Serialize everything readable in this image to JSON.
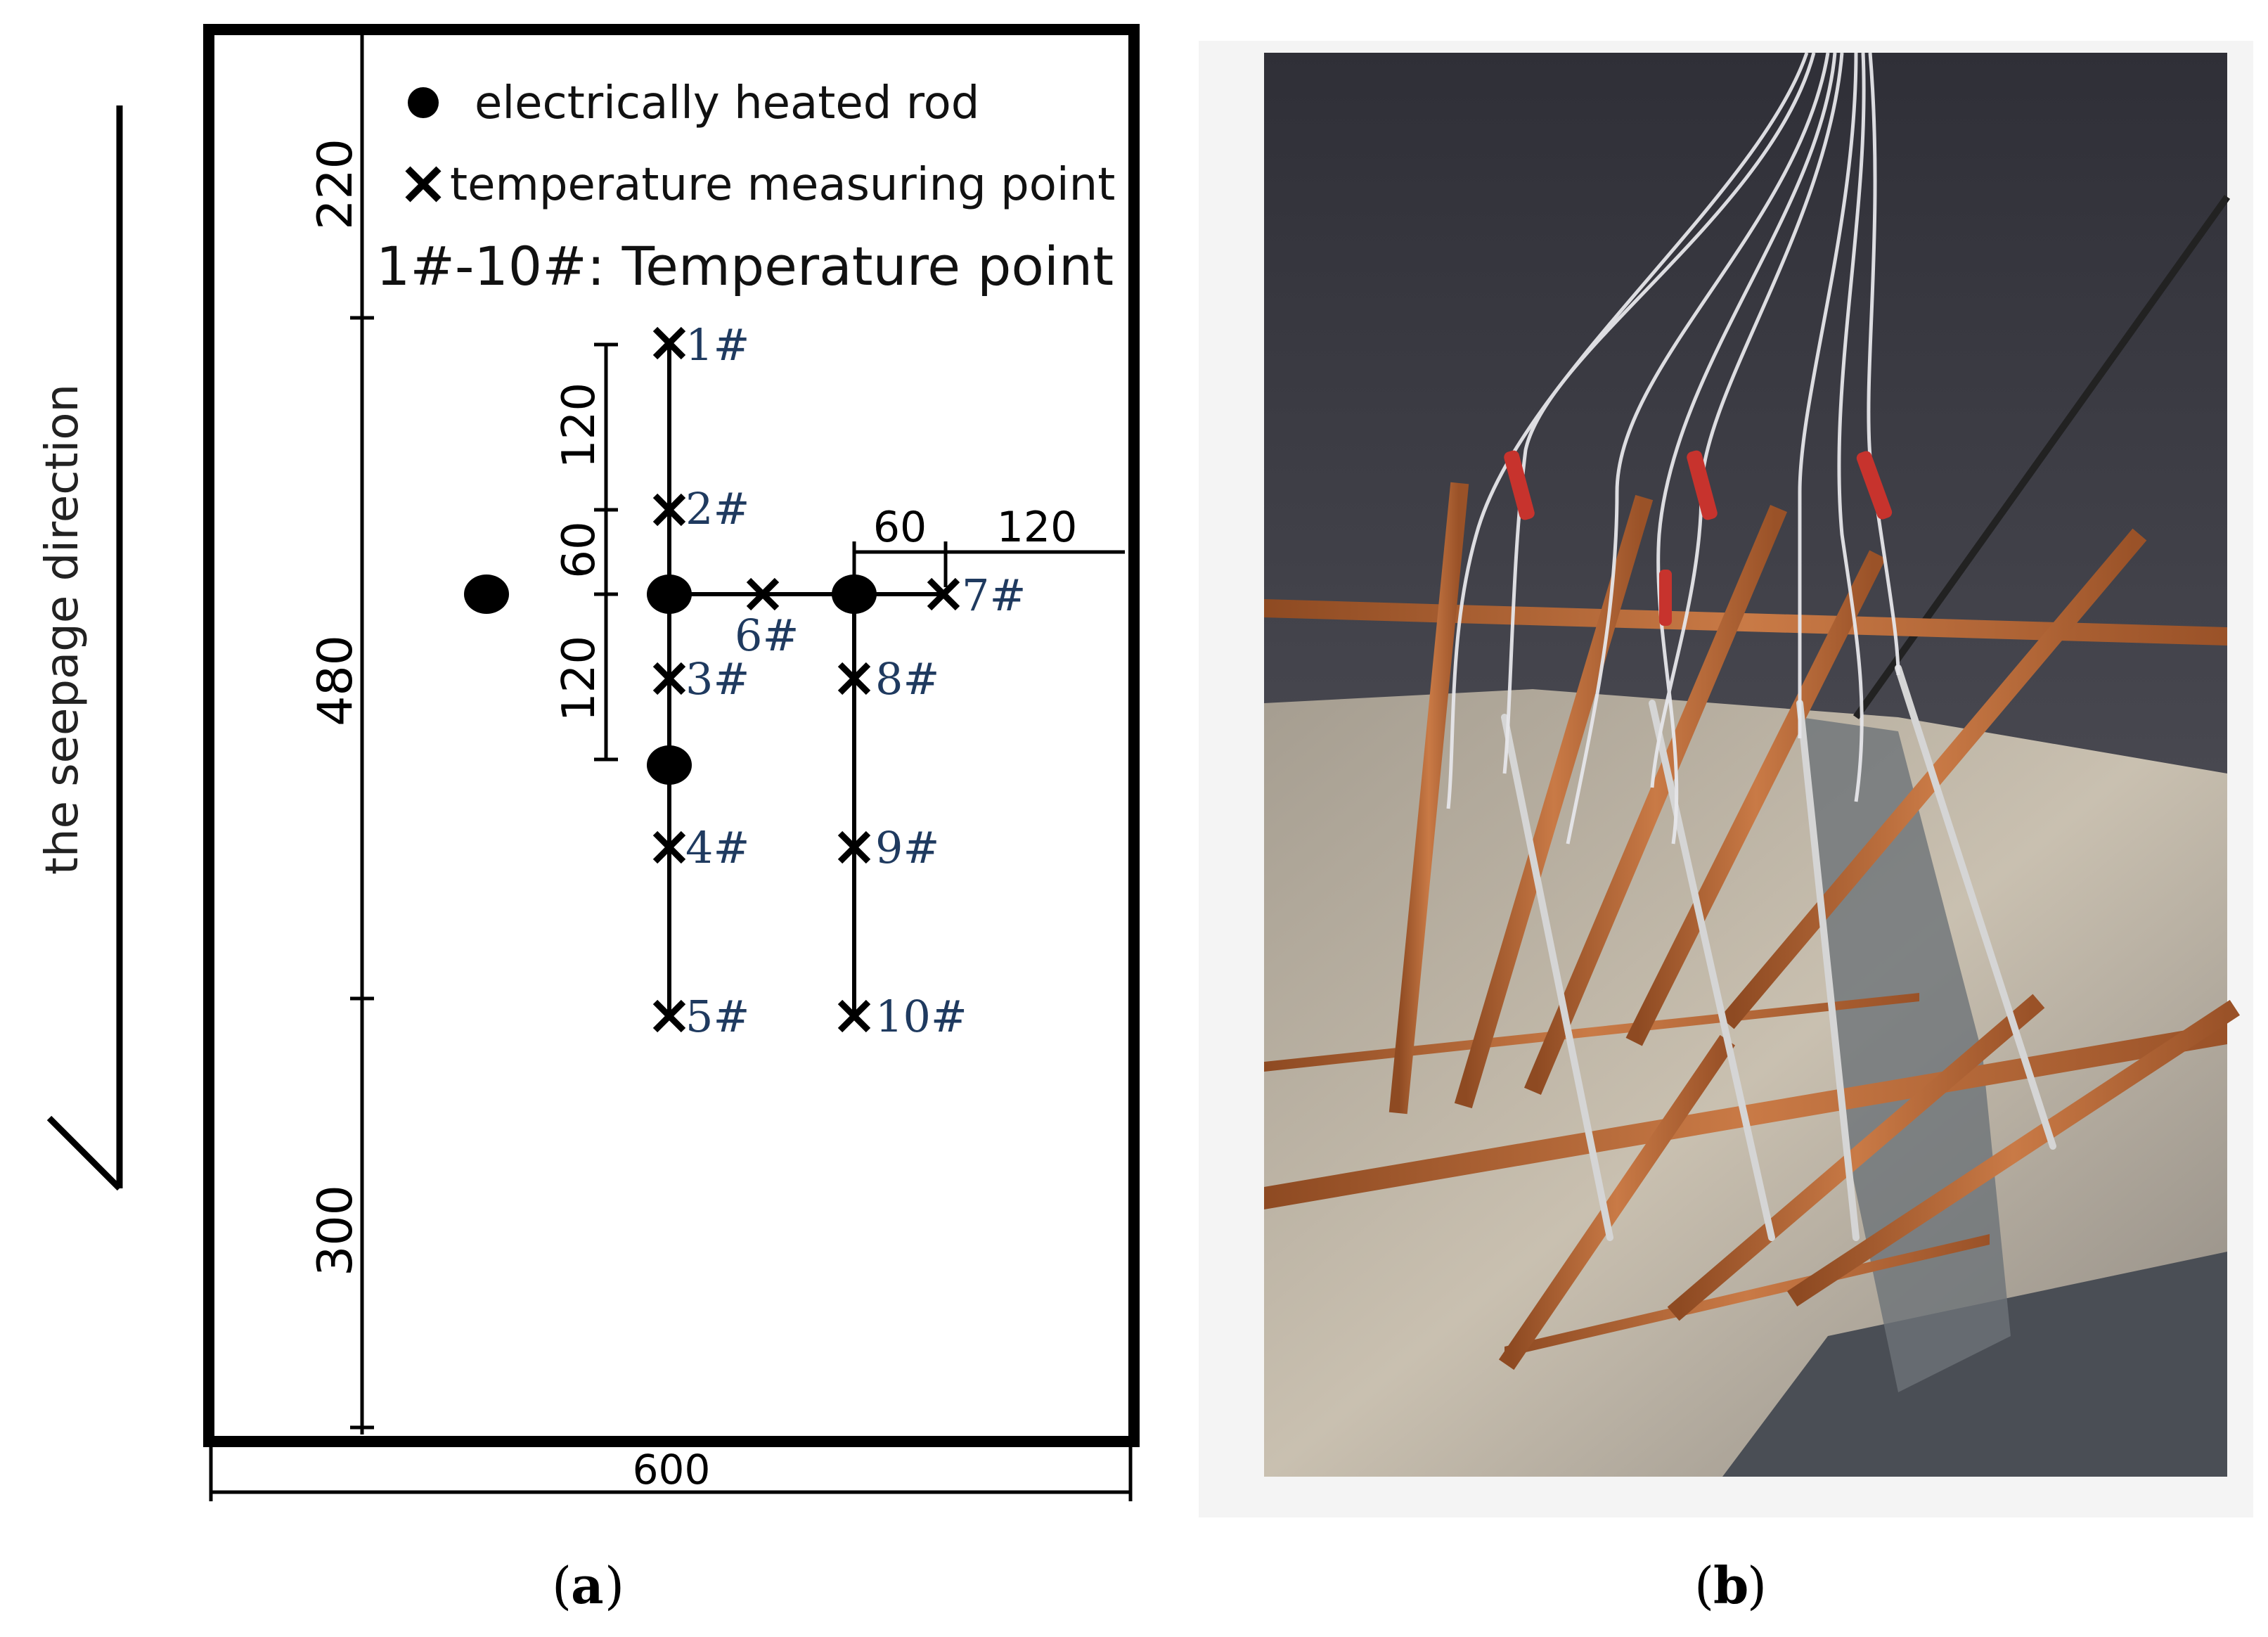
{
  "panel_a": {
    "legend": {
      "heated_rod": "electrically heated rod",
      "measuring_point": "temperature measuring point",
      "range_note": "1#-10#: Temperature point"
    },
    "seepage_label": "the seepage direction",
    "dimensions": {
      "left_top": "220",
      "left_mid": "480",
      "left_bottom": "300",
      "bottom_width": "600",
      "inner_top": "120",
      "inner_mid": "60",
      "inner_low": "120",
      "right_a": "60",
      "right_b": "120"
    },
    "points": [
      {
        "label": "1#"
      },
      {
        "label": "2#"
      },
      {
        "label": "3#"
      },
      {
        "label": "4#"
      },
      {
        "label": "5#"
      },
      {
        "label": "6#"
      },
      {
        "label": "7#"
      },
      {
        "label": "8#"
      },
      {
        "label": "9#"
      },
      {
        "label": "10#"
      }
    ],
    "caption_letter": "a"
  },
  "panel_b": {
    "caption_letter": "b"
  },
  "colors": {
    "ink": "#000000",
    "label_blue": "#1f3a5f",
    "copper": "#b8683a",
    "wall_dark": "#3c3c44",
    "sand": "#b9b0a1"
  }
}
